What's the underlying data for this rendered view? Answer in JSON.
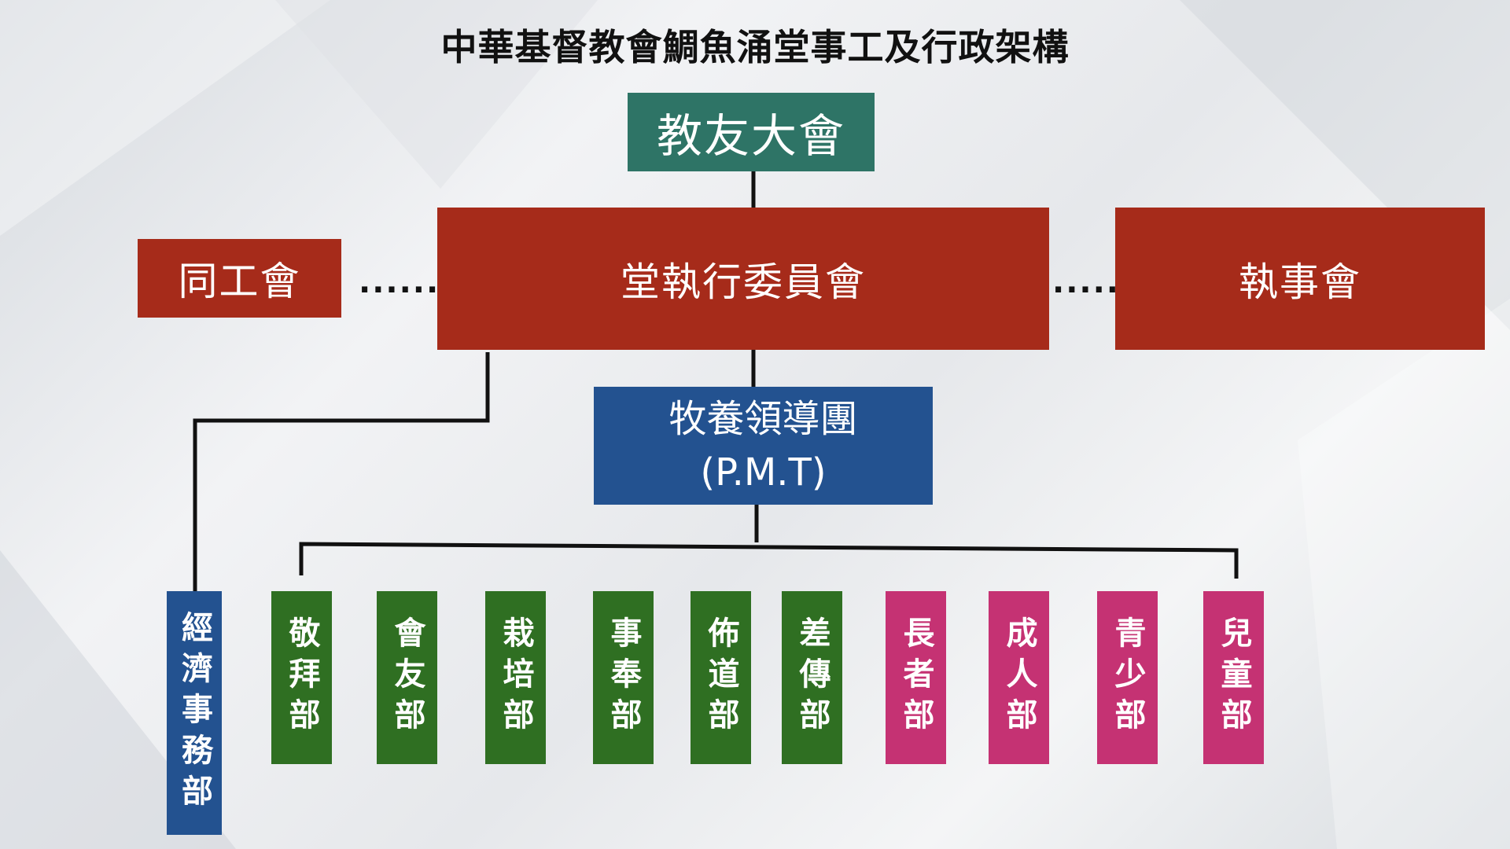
{
  "title": "中華基督教會鯛魚涌堂事工及行政架構",
  "nodes": {
    "assembly": "教友大會",
    "exec_committee": "堂執行委員會",
    "staff": "同工會",
    "deacons": "執事會",
    "pmt_line1": "牧養領導團",
    "pmt_line2": "(P.M.T)",
    "finance": "經濟事務部"
  },
  "connector": "......",
  "departments": [
    {
      "label": "敬拜部",
      "group": "ministry"
    },
    {
      "label": "會友部",
      "group": "ministry"
    },
    {
      "label": "栽培部",
      "group": "ministry"
    },
    {
      "label": "事奉部",
      "group": "ministry"
    },
    {
      "label": "佈道部",
      "group": "ministry"
    },
    {
      "label": "差傳部",
      "group": "ministry"
    },
    {
      "label": "長者部",
      "group": "age"
    },
    {
      "label": "成人部",
      "group": "age"
    },
    {
      "label": "青少部",
      "group": "age"
    },
    {
      "label": "兒童部",
      "group": "age"
    }
  ],
  "colors": {
    "assembly": "#2e7466",
    "committee": "#a62b1a",
    "pmt": "#235290",
    "ministry": "#2f6f22",
    "age": "#c53273",
    "line": "#111111"
  }
}
